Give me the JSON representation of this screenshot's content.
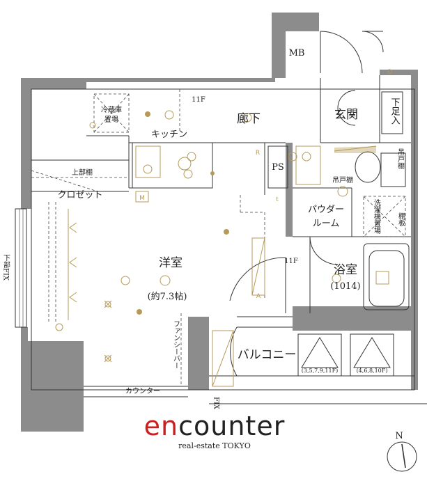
{
  "rooms": {
    "western_room": "洋室",
    "western_room_size": "(約7.3帖)",
    "kitchen": "キッチン",
    "corridor": "廊下",
    "entrance": "玄関",
    "closet": "クロゼット",
    "upper_shelf": "上部棚",
    "powder_room_line1": "パウダー",
    "powder_room_line2": "ルーム",
    "bathroom": "浴室",
    "bathroom_size": "(1014)",
    "balcony": "バルコニー",
    "counter": "カウンター",
    "ps": "PS",
    "mb": "MB"
  },
  "fixtures": {
    "fridge_line1": "冷蔵庫",
    "fridge_line2": "置場",
    "hanging_cabinet": "吊戸棚",
    "hanging_shelf": "吊戸棚",
    "shoe_box_line1": "下足入",
    "washer_place": "洗濯機置場",
    "shelf": "棚板",
    "fan_heater": "ファンシーバー",
    "outdoor_unit_left": "(3,5,7,9,11F)",
    "outdoor_unit_right": "(4,6,8,10F)",
    "floor_note_kitchen": "11F",
    "floor_note_room": "11F",
    "fix_left": "下部FIX",
    "fix_bottom": "FIX",
    "mark_m": "M",
    "mark_r": "R",
    "mark_d": "D",
    "mark_t": "t",
    "mark_a": "A"
  },
  "compass": {
    "north": "N"
  },
  "brand": {
    "logo_en": "en",
    "logo_rest": "counter",
    "tagline": "real-estate TOKYO"
  }
}
